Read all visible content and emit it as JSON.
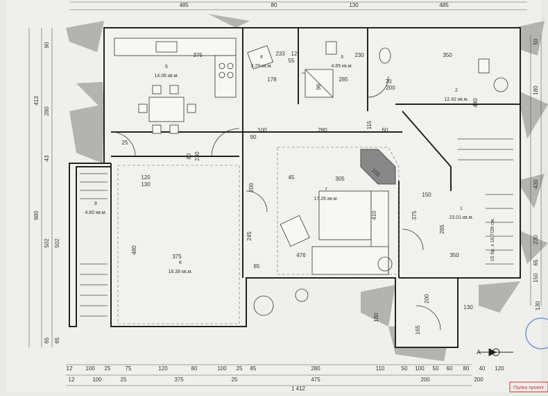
{
  "top_dims": [
    "485",
    "80",
    "130",
    "485"
  ],
  "left_dims": [
    "90",
    "413",
    "280",
    "43",
    "980",
    "502",
    "502",
    "65",
    "65"
  ],
  "right_dims": [
    "50",
    "180",
    "430",
    "230",
    "65",
    "150",
    "130"
  ],
  "bottom_row1": [
    "12",
    "100",
    "25",
    "75",
    "120",
    "80",
    "100",
    "25",
    "85",
    "280",
    "110",
    "50",
    "100",
    "50",
    "60",
    "80",
    "40",
    "120"
  ],
  "bottom_row2": [
    "12",
    "100",
    "25",
    "375",
    "25",
    "475",
    "200",
    "200"
  ],
  "bottom_total": "1 412",
  "rooms": [
    {
      "num": "5",
      "area": "14.06 кв.м."
    },
    {
      "num": "4",
      "area": "3.79 кв.м."
    },
    {
      "num": "3",
      "area": "4.85 кв.м."
    },
    {
      "num": "2",
      "area": "12.42 кв.м."
    },
    {
      "num": "7",
      "area": "17.26 кв.м."
    },
    {
      "num": "8",
      "area": "4.80 кв.м."
    },
    {
      "num": "6",
      "area": "18.38 кв.м."
    },
    {
      "num": "1",
      "area": "23.01 кв.м."
    }
  ],
  "inner_dims": [
    {
      "text": "375"
    },
    {
      "text": "120"
    },
    {
      "text": "130"
    },
    {
      "text": "80"
    },
    {
      "text": "230"
    },
    {
      "text": "100"
    },
    {
      "text": "90"
    },
    {
      "text": "280"
    },
    {
      "text": "60"
    },
    {
      "text": "115"
    },
    {
      "text": "305"
    },
    {
      "text": "45"
    },
    {
      "text": "200"
    },
    {
      "text": "410"
    },
    {
      "text": "375"
    },
    {
      "text": "150"
    },
    {
      "text": "285"
    },
    {
      "text": "350"
    },
    {
      "text": "350"
    },
    {
      "text": "440"
    },
    {
      "text": "375"
    },
    {
      "text": "480"
    },
    {
      "text": "245"
    },
    {
      "text": "85"
    },
    {
      "text": "25"
    },
    {
      "text": "233"
    },
    {
      "text": "178"
    },
    {
      "text": "230"
    },
    {
      "text": "285"
    },
    {
      "text": "70"
    },
    {
      "text": "200"
    },
    {
      "text": "12"
    },
    {
      "text": "55"
    },
    {
      "text": "96"
    },
    {
      "text": "476"
    },
    {
      "text": "105"
    },
    {
      "text": "180"
    },
    {
      "text": "165"
    },
    {
      "text": "200"
    },
    {
      "text": "130"
    }
  ],
  "stair_note": "15 бр. x 16,7/28 см.",
  "section_mark": "A",
  "stamp": "Палка проект"
}
